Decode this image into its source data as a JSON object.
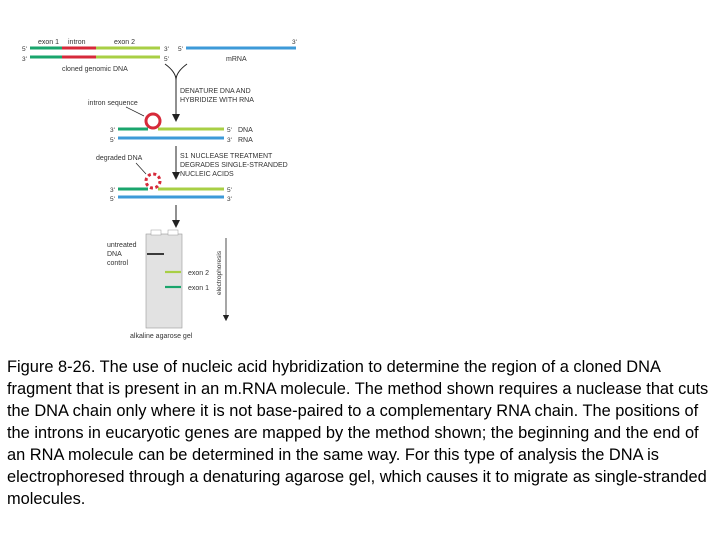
{
  "diagram": {
    "top": {
      "label_exon1": "exon 1",
      "label_intron": "intron",
      "label_exon2": "exon 2",
      "gdna_left_top": "5'",
      "gdna_left_bottom": "3'",
      "gdna_right_top": "3'",
      "gdna_right_bottom": "5'",
      "cloned_label": "cloned genomic DNA",
      "mrna_left": "5'",
      "mrna_right": "3'",
      "mrna_label": "mRNA"
    },
    "step1": {
      "line1": "DENATURE DNA AND",
      "line2": "HYBRIDIZE WITH RNA"
    },
    "hybrid": {
      "intron_label": "intron sequence",
      "left_top": "3'",
      "left_bottom": "5'",
      "right_top": "5'",
      "right_bottom": "3'",
      "right_top_label": "DNA",
      "right_bottom_label": "RNA"
    },
    "step2": {
      "line1": "S1 NUCLEASE TREATMENT",
      "line2": "DEGRADES SINGLE-STRANDED",
      "line3": "NUCLEIC ACIDS"
    },
    "degraded": {
      "label": "degraded DNA",
      "left_top": "3'",
      "left_bottom": "5'",
      "right_top": "5'",
      "right_bottom": "3'"
    },
    "gel": {
      "untreated_line1": "untreated",
      "untreated_line2": "DNA",
      "untreated_line3": "control",
      "exon2_label": "exon 2",
      "exon1_label": "exon 1",
      "electrophoresis_label": "electrophoresis",
      "gel_label": "alkaline agarose gel"
    }
  },
  "caption": "Figure 8-26. The use of nucleic acid hybridization to determine the region of a cloned DNA fragment that is present in an m.RNA molecule. The method shown requires a nuclease that cuts the DNA chain only where it is not base-paired to a complementary RNA chain. The positions of the introns in eucaryotic genes are mapped by the method shown; the beginning and the end of an RNA molecule can be determined in the same way. For this type of analysis the DNA is electrophoresed through a denaturing agarose gel, which causes it to migrate as single-stranded molecules.",
  "colors": {
    "exon1_green": "#1aa56c",
    "intron_red": "#d62a3a",
    "exon2_lime": "#a8cf45",
    "rna_blue": "#3d9ad8",
    "gel_gray": "#e2e2e2"
  }
}
